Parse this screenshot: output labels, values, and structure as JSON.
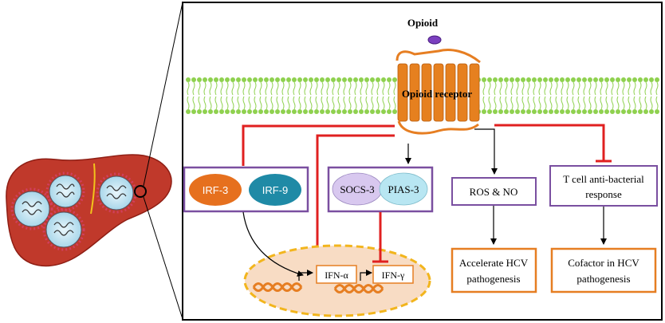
{
  "ligand": {
    "label": "Opioid",
    "color": "#7b3fbf"
  },
  "receptor": {
    "label": "Opioid receptor",
    "color": "#e67e22"
  },
  "membrane": {
    "head_color": "#8fd14f",
    "tail_color": "#8fd14f"
  },
  "boxes": {
    "irf_group": {
      "items": [
        "IRF-3",
        "IRF-9"
      ],
      "colors": [
        "#e6701e",
        "#1f8aa6"
      ],
      "border": "#7a4fa0"
    },
    "socs_group": {
      "items": [
        "SOCS-3",
        "PIAS-3"
      ],
      "colors": [
        "#d8c8ef",
        "#b8e6f2"
      ],
      "border": "#7a4fa0"
    },
    "ros": {
      "label": "ROS & NO",
      "border": "#7a4fa0"
    },
    "tcell": {
      "line1": "T cell anti-bacterial",
      "line2": "response",
      "border": "#7a4fa0"
    },
    "hcv_path": {
      "line1": "Accelerate HCV",
      "line2": "pathogenesis",
      "border": "#e67e22"
    },
    "cofactor": {
      "line1": "Cofactor in HCV",
      "line2": "pathogenesis",
      "border": "#e67e22"
    }
  },
  "nucleus": {
    "fill": "#f8dcc4",
    "border": "#f2b51d"
  },
  "genes": {
    "ifn_a": "IFN-α",
    "ifn_g": "IFN-γ"
  },
  "colors": {
    "inhibit": "#e02020",
    "arrow": "#000000",
    "liver": "#c0392b"
  }
}
